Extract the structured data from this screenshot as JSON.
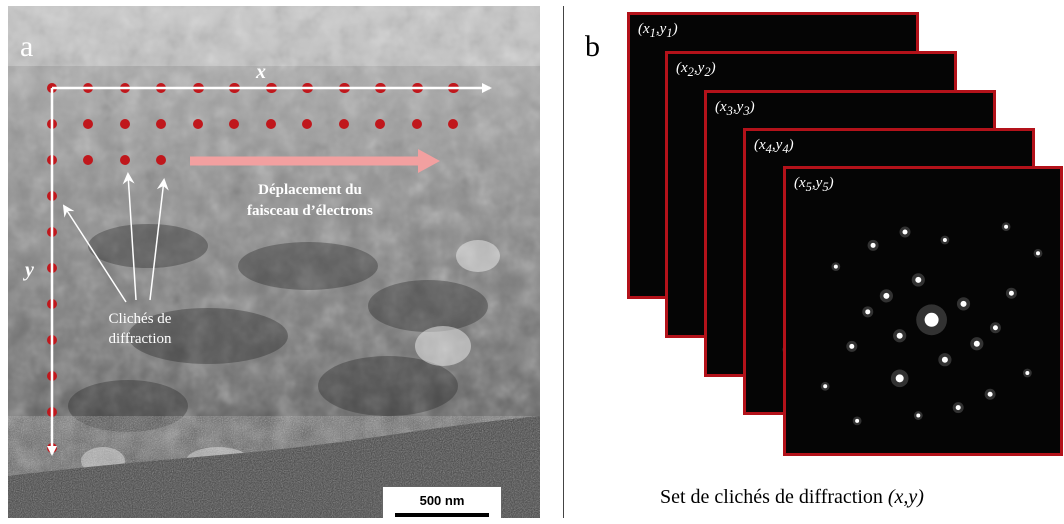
{
  "panel_a": {
    "letter": "a",
    "axis_x_label": "x",
    "axis_y_label": "y",
    "beam_label_line1": "Déplacement du",
    "beam_label_line2": "faisceau d’électrons",
    "patterns_label_line1": "Clichés de",
    "patterns_label_line2": "diffraction",
    "scale_bar_label": "500 nm",
    "colors": {
      "point": "#c0171c",
      "arrow": "#ffffff",
      "beam_arrow": "#f2a0a0"
    }
  },
  "panel_b": {
    "letter": "b",
    "caption_prefix": "Set de clichés de diffraction ",
    "caption_math": "(x,y)",
    "patterns": [
      {
        "label": "(x1,y1)",
        "sub_x": "1",
        "sub_y": "1"
      },
      {
        "label": "(x2,y2)",
        "sub_x": "2",
        "sub_y": "2"
      },
      {
        "label": "(x3,y3)",
        "sub_x": "3",
        "sub_y": "3"
      },
      {
        "label": "(x4,y4)",
        "sub_x": "4",
        "sub_y": "4"
      },
      {
        "label": "(x5,y5)",
        "sub_x": "5",
        "sub_y": "5"
      }
    ],
    "colors": {
      "frame": "#b3121a",
      "background": "#050505",
      "spot": "#ffffff"
    }
  }
}
